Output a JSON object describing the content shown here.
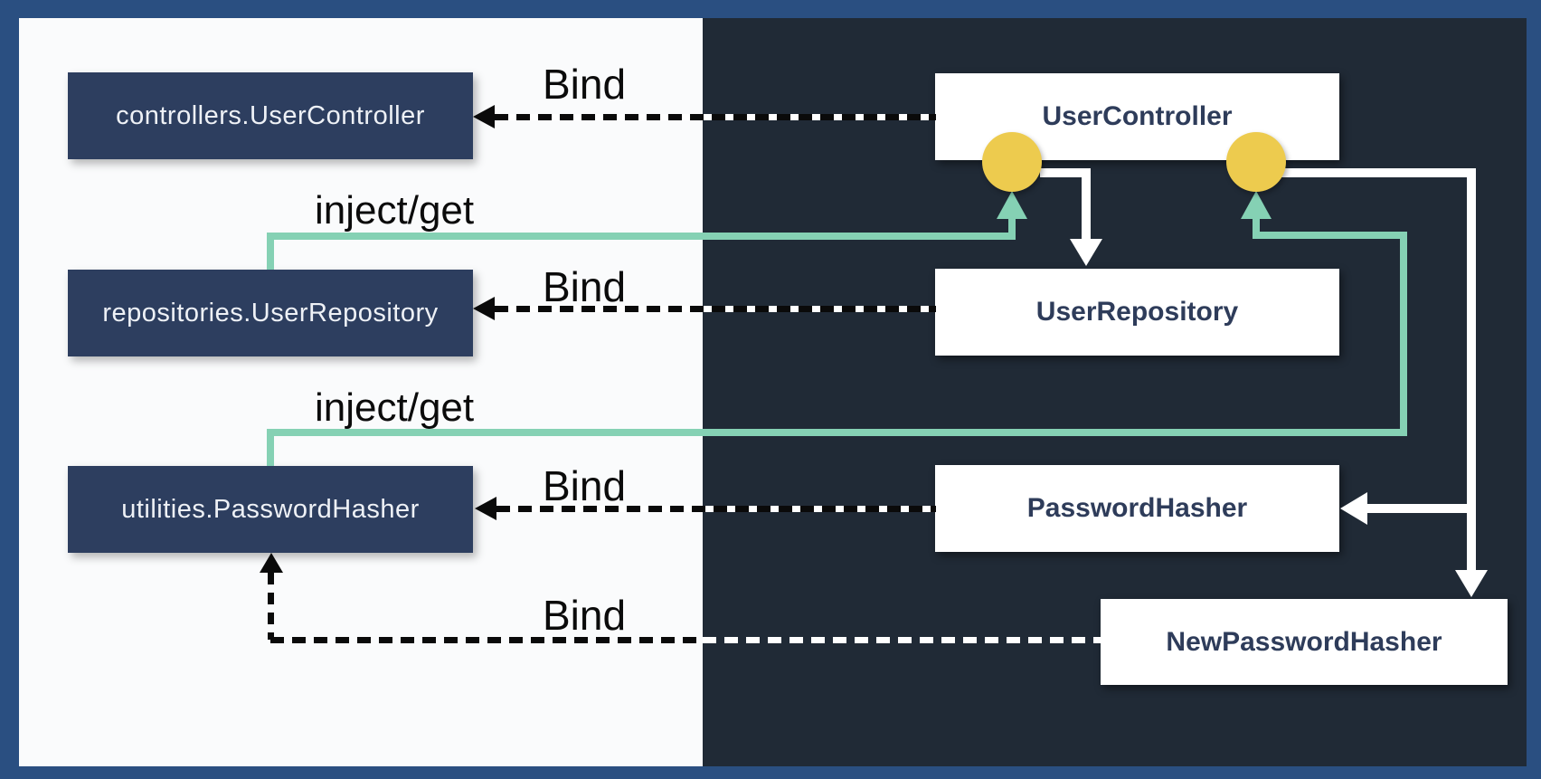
{
  "diagram": {
    "left_panel_boxes": [
      {
        "label": "controllers.UserController"
      },
      {
        "label": "repositories.UserRepository"
      },
      {
        "label": "utilities.PasswordHasher"
      }
    ],
    "right_panel_boxes": [
      {
        "label": "UserController"
      },
      {
        "label": "UserRepository"
      },
      {
        "label": "PasswordHasher"
      },
      {
        "label": "NewPasswordHasher"
      }
    ],
    "edge_labels": {
      "bind_controller": "Bind",
      "bind_repository": "Bind",
      "bind_hasher": "Bind",
      "bind_new_hasher": "Bind",
      "inject_repository": "inject/get",
      "inject_hasher": "inject/get"
    }
  },
  "colors": {
    "frame": "#2a4f81",
    "panel-light": "#fafbfc",
    "panel-dark": "#202a36",
    "box-navy": "#2d3e5f",
    "box-navy-text": "#eef1f6",
    "right-box-text": "#2e3c5a",
    "teal": "#85d1b4",
    "yellow": "#edcb4e",
    "line-black": "#0a0a0a",
    "line-white": "#ffffff"
  }
}
